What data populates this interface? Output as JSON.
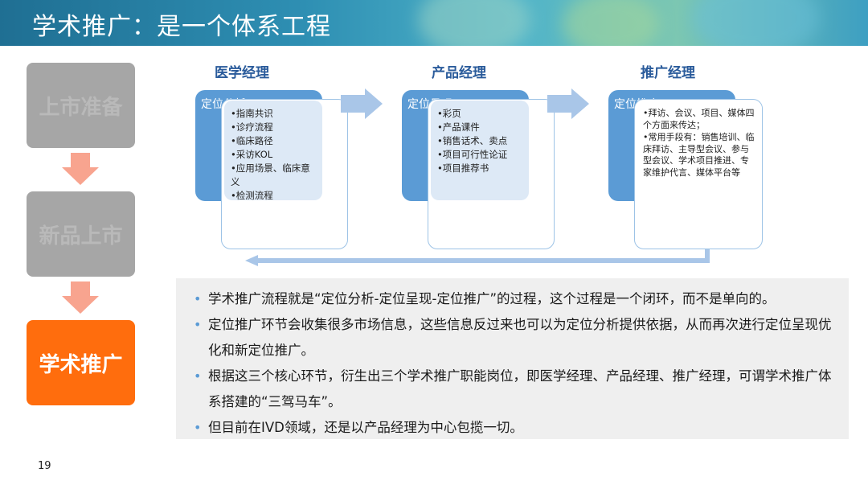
{
  "header": {
    "title": "学术推广：是一个体系工程"
  },
  "flow": {
    "stages": [
      "上市准备",
      "新品上市",
      "学术推广"
    ]
  },
  "roles": [
    {
      "title": "医学经理",
      "label": "定位分析",
      "items": [
        "•指南共识",
        "•诊疗流程",
        "•临床路径",
        "•采访KOL",
        "•应用场景、临床意义",
        "•检测流程"
      ]
    },
    {
      "title": "产品经理",
      "label": "定位呈现",
      "items": [
        "•彩页",
        "•产品课件",
        "•销售话术、卖点",
        "•项目可行性论证",
        "•项目推荐书"
      ]
    },
    {
      "title": "推广经理",
      "label": "定位推广",
      "items": [
        "•拜访、会议、项目、媒体四个方面来传达；",
        "•常用手段有：销售培训、临床拜访、主导型会议、参与型会议、学术项目推进、专家维护代言、媒体平台等"
      ]
    }
  ],
  "bullets": [
    "学术推广流程就是“定位分析-定位呈现-定位推广”的过程，这个过程是一个闭环，而不是单向的。",
    "定位推广环节会收集很多市场信息，这些信息反过来也可以为定位分析提供依据，从而再次进行定位呈现优化和新定位推广。",
    "根据这三个核心环节，衍生出三个学术推广职能岗位，即医学经理、产品经理、推广经理，可谓学术推广体系搭建的“三驾马车”。",
    "但目前在IVD领域，还是以产品经理为中心包揽一切。"
  ],
  "page_number": "19",
  "colors": {
    "accent_blue": "#5b9bd5",
    "title_blue": "#2a5b9b",
    "orange": "#ff6d0d",
    "gray": "#a6a6a6"
  }
}
